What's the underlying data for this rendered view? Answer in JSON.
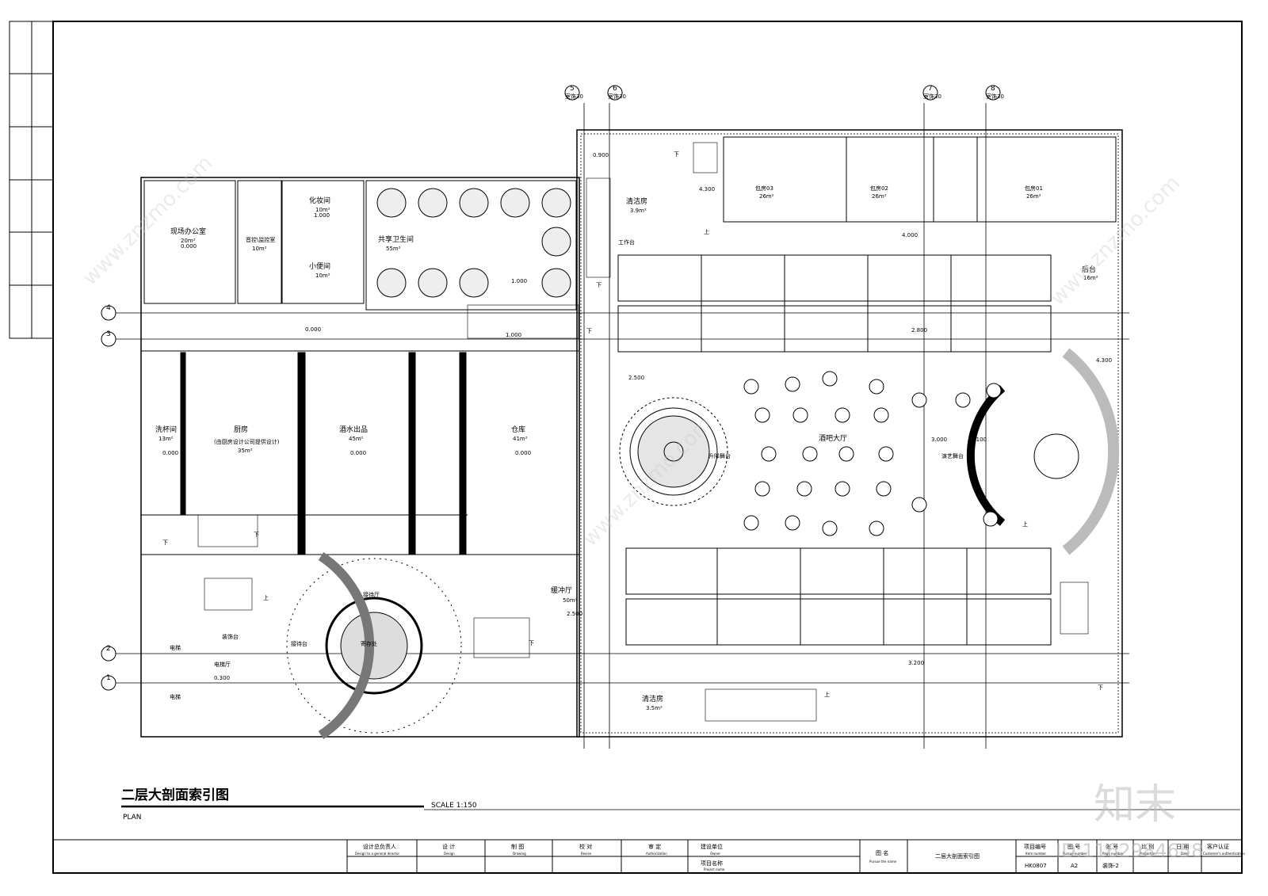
{
  "drawing": {
    "title": "二层大剖面索引图",
    "scale": "SCALE 1:150",
    "plan_label": "PLAN"
  },
  "rooms": {
    "site_office": "现场办公室",
    "site_office_area": "20m²",
    "control_room": "音控\\监控室",
    "control_room_area": "10m²",
    "makeup_room": "化妆间",
    "makeup_room_area": "10m²",
    "urinal_room": "小便间",
    "urinal_room_area": "10m²",
    "shared_toilet": "共享卫生间",
    "shared_toilet_area": "55m²",
    "cleaning_room_top": "清洁房",
    "cleaning_room_top_area": "3.9m²",
    "private_room_03": "包房03",
    "private_room_03_area": "26m²",
    "private_room_02": "包房02",
    "private_room_02_area": "26m²",
    "private_room_01": "包房01",
    "private_room_01_area": "26m²",
    "backstage": "后台",
    "backstage_area": "16m²",
    "cup_washing": "洗杯间",
    "cup_washing_area": "13m²",
    "kitchen": "厨房",
    "kitchen_note": "(由厨房设计公司提供设计)",
    "kitchen_area": "35m²",
    "drinks": "酒水出品",
    "drinks_area": "45m²",
    "storage": "仓库",
    "storage_area": "41m²",
    "bar_hall": "酒吧大厅",
    "dance_stage": "升降舞台",
    "stage": "演艺舞台",
    "reception_hall": "接待厅",
    "reception_desk": "接待台",
    "cloakroom": "寄存处",
    "buffer_hall": "缓冲厅",
    "buffer_hall_area": "50m²",
    "elevator_1": "电梯",
    "elevator_2": "电梯",
    "elevator_hall": "电梯厅",
    "decor_table": "装饰台",
    "cleaning_room_bottom": "清洁房",
    "cleaning_room_bottom_area": "3.5m²",
    "workstation": "工作台"
  },
  "levels": {
    "l0": "0.000",
    "l1": "1.000",
    "l43": "4.300",
    "l40": "4.000",
    "l28": "2.800",
    "l25": "2.500",
    "l32": "3.200",
    "l31": "3.100",
    "l30": "3.000",
    "l03": "0.300",
    "l09": "0.900"
  },
  "stairs": {
    "down": "下",
    "up": "上"
  },
  "axes": {
    "a1": "1",
    "a2": "2",
    "a3": "3",
    "a4": "4",
    "a5": "5",
    "a6": "6",
    "a7": "7",
    "a8": "8",
    "sub": "室饰30"
  },
  "title_block": {
    "chief_designer": "设计总负责人",
    "chief_designer_en": "Design to a general director",
    "design": "设 计",
    "design_en": "Design",
    "drawing": "制 图",
    "drawing_en": "Drawing",
    "review": "校 对",
    "review_en": "Revise",
    "approve": "审 定",
    "approve_en": "Authorization",
    "owner": "建设单位",
    "owner_en": "Owner",
    "project_name": "项目名称",
    "project_name_en": "Project name",
    "drawing_name": "图 名",
    "drawing_name_en": "Pursue the name",
    "drawing_name_value": "二层大剖面索引图",
    "project_no": "项目编号",
    "project_no_en": "Item number",
    "project_no_value": "HK0807",
    "sheet_no": "图 号",
    "sheet_no_en": "Pursue number",
    "sheet_no_value": "A2",
    "page_no": "张 号",
    "page_no_en": "Page number",
    "page_no_value": "装饰-2",
    "ratio": "比 例",
    "ratio_en": "Proportion",
    "date": "日 期",
    "date_en": "Date",
    "client": "客户认证",
    "client_en": "Customer's authentication"
  },
  "watermark": {
    "brand": "知末",
    "id": "ID:1162984658",
    "site": "www.znzmo.com"
  }
}
